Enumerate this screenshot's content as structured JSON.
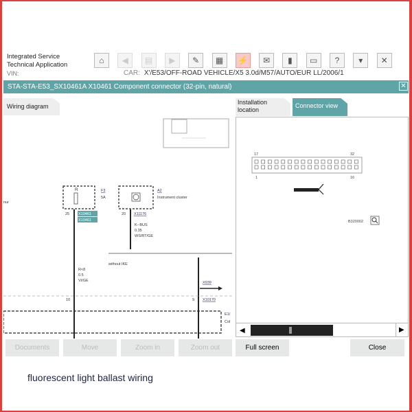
{
  "app": {
    "title_line1": "Integrated Service",
    "title_line2": "Technical Application"
  },
  "toolbar": [
    {
      "icon": "home-icon",
      "glyph": "⌂",
      "state": "normal"
    },
    {
      "icon": "back-icon",
      "glyph": "◀",
      "state": "disabled"
    },
    {
      "icon": "pages-icon",
      "glyph": "▤",
      "state": "disabled"
    },
    {
      "icon": "forward-icon",
      "glyph": "▶",
      "state": "disabled"
    },
    {
      "icon": "wrench-icon",
      "glyph": "✎",
      "state": "normal"
    },
    {
      "icon": "module-icon",
      "glyph": "▦",
      "state": "normal"
    },
    {
      "icon": "connector-icon",
      "glyph": "⚡",
      "state": "active"
    },
    {
      "icon": "mail-icon",
      "glyph": "✉",
      "state": "normal"
    },
    {
      "icon": "battery-icon",
      "glyph": "▮",
      "state": "normal"
    },
    {
      "icon": "print-icon",
      "glyph": "▭",
      "state": "normal"
    },
    {
      "icon": "help-icon",
      "glyph": "?",
      "state": "normal"
    },
    {
      "icon": "minimize-icon",
      "glyph": "▾",
      "state": "normal"
    },
    {
      "icon": "close-icon",
      "glyph": "✕",
      "state": "normal"
    }
  ],
  "vin_label": "VIN:",
  "car_label": "CAR:",
  "car_value": "X'/E53/OFF-ROAD VEHICLE/X5 3.0d/M57/AUTO/EUR LL/2006/1",
  "component_title": "STA-STA-E53_SX10461A X10461 Component connector (32-pin, natural)",
  "tabs": {
    "wiring": "Wiring diagram",
    "installation": "Installation location",
    "connector": "Connector view"
  },
  "diagram": {
    "left_cut": "nur",
    "fuse_letter": "R",
    "fuse_id": "F3",
    "fuse_rating": "5A",
    "cluster_id": "A2",
    "cluster_name": "Instrument cluster",
    "pin25": "25",
    "conn1": "X10461",
    "conn2": "X10461",
    "pin20": "20",
    "conn_x11176": "X11176",
    "kbus": "K--BUS",
    "kbus_size": "0.35",
    "kbus_color": "WS/RT/GE",
    "without_ike": "without IKE",
    "r_label": "R<8",
    "r_size": "0.5",
    "r_color": "VI/GE",
    "x939": "X939",
    "pin10": "10",
    "pin9": "9",
    "x10170": "X10170",
    "e_cut": "E1/",
    "col_cut": "Col"
  },
  "connector_view": {
    "pin_17": "17",
    "pin_32": "32",
    "pin_1": "1",
    "pin_16": "16",
    "ref": "B320002",
    "accent": "#5fa5a8"
  },
  "buttons": {
    "documents": "Documents",
    "move": "Move",
    "zoom_in": "Zoom in",
    "zoom_out": "Zoom out",
    "full_screen": "Full screen",
    "close": "Close"
  },
  "caption": "fluorescent light ballast wiring"
}
